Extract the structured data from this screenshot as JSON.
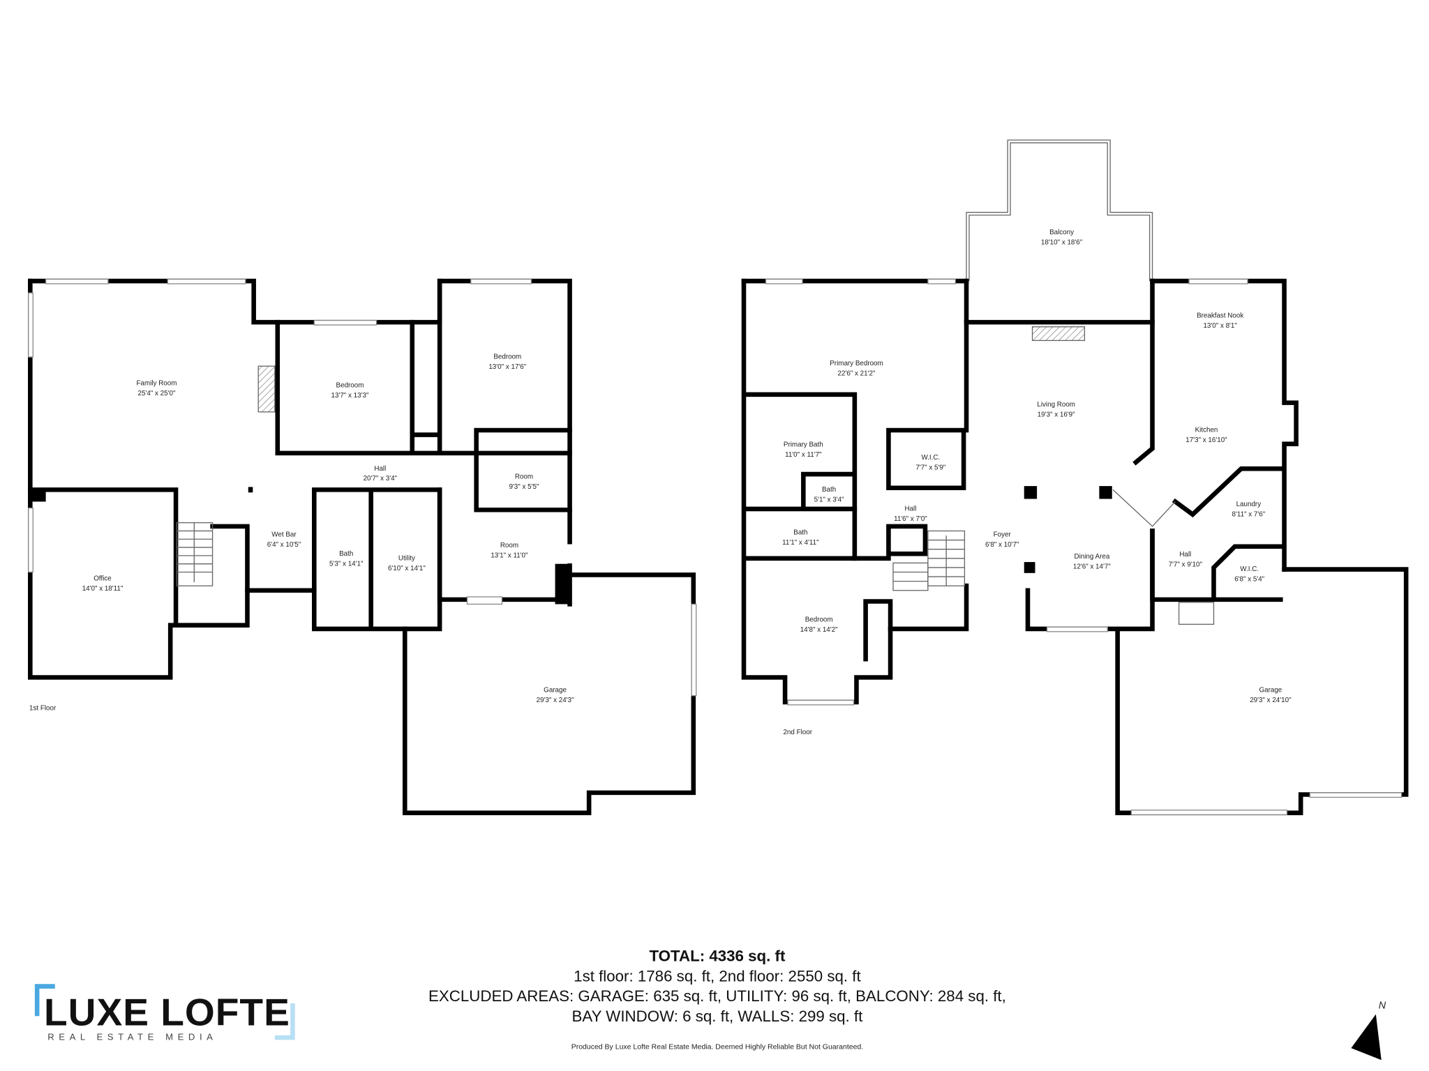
{
  "floors": {
    "first": {
      "label": "1st Floor",
      "rooms": [
        {
          "name": "Family Room",
          "size": "25'4\" x 25'0\""
        },
        {
          "name": "Bedroom",
          "size": "13'7\" x 13'3\""
        },
        {
          "name": "Bedroom",
          "size": "13'0\" x 17'6\""
        },
        {
          "name": "Hall",
          "size": "20'7\" x 3'4\""
        },
        {
          "name": "Room",
          "size": "9'3\" x 5'5\""
        },
        {
          "name": "Wet Bar",
          "size": "6'4\" x 10'5\""
        },
        {
          "name": "Office",
          "size": "14'0\" x 18'11\""
        },
        {
          "name": "Bath",
          "size": "5'3\" x 14'1\""
        },
        {
          "name": "Utility",
          "size": "6'10\" x 14'1\""
        },
        {
          "name": "Room",
          "size": "13'1\" x 11'0\""
        },
        {
          "name": "Garage",
          "size": "29'3\" x 24'3\""
        }
      ]
    },
    "second": {
      "label": "2nd Floor",
      "rooms": [
        {
          "name": "Balcony",
          "size": "18'10\" x 18'6\""
        },
        {
          "name": "Primary Bedroom",
          "size": "22'6\" x 21'2\""
        },
        {
          "name": "Breakfast Nook",
          "size": "13'0\" x 8'1\""
        },
        {
          "name": "Living Room",
          "size": "19'3\" x 16'9\""
        },
        {
          "name": "Kitchen",
          "size": "17'3\" x 16'10\""
        },
        {
          "name": "Primary Bath",
          "size": "11'0\" x 11'7\""
        },
        {
          "name": "W.I.C.",
          "size": "7'7\" x 5'9\""
        },
        {
          "name": "Bath",
          "size": "5'1\" x 3'4\""
        },
        {
          "name": "Hall",
          "size": "11'6\" x 7'0\""
        },
        {
          "name": "Laundry",
          "size": "8'11\" x 7'6\""
        },
        {
          "name": "Bath",
          "size": "11'1\" x 4'11\""
        },
        {
          "name": "Foyer",
          "size": "6'8\" x 10'7\""
        },
        {
          "name": "Dining Area",
          "size": "12'6\" x 14'7\""
        },
        {
          "name": "Hall",
          "size": "7'7\" x 9'10\""
        },
        {
          "name": "W.I.C.",
          "size": "6'8\" x 5'4\""
        },
        {
          "name": "Bedroom",
          "size": "14'8\" x 14'2\""
        },
        {
          "name": "Garage",
          "size": "29'3\" x 24'10\""
        }
      ]
    }
  },
  "summary": {
    "total": "TOTAL: 4336 sq. ft",
    "floors": "1st floor: 1786 sq. ft, 2nd floor: 2550 sq. ft",
    "excluded_line1": "EXCLUDED AREAS: GARAGE: 635 sq. ft, UTILITY: 96 sq. ft, BALCONY: 284 sq. ft,",
    "excluded_line2": "BAY WINDOW: 6 sq. ft, WALLS: 299 sq. ft",
    "disclaimer": "Produced By Luxe Lofte Real Estate Media. Deemed Highly Reliable But Not Guaranteed."
  },
  "logo": {
    "name": "LUXE LOFTE",
    "tagline": "REAL ESTATE MEDIA",
    "accent_color": "#4aa8e0",
    "accent_light": "#b8e0f5"
  },
  "compass": {
    "label": "N",
    "icon": "north-arrow-icon"
  }
}
